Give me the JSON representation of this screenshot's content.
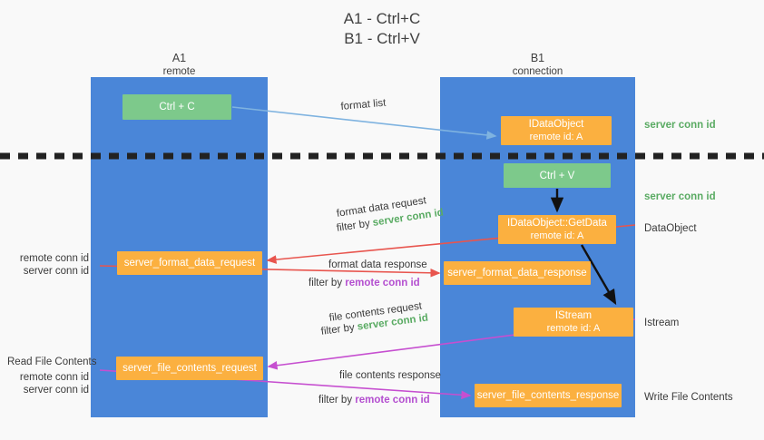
{
  "title": {
    "line1": "A1 - Ctrl+C",
    "line2": "B1 - Ctrl+V"
  },
  "columns": {
    "a": {
      "name": "A1",
      "sub": "remote"
    },
    "b": {
      "name": "B1",
      "sub": "connection"
    }
  },
  "nodes": {
    "ctrl_c": {
      "label": "Ctrl + C",
      "color": "#7dc98b"
    },
    "idataobject": {
      "label": "IDataObject",
      "sub": "remote id: A",
      "color": "#fbb040"
    },
    "ctrl_v": {
      "label": "Ctrl + V",
      "color": "#7dc98b"
    },
    "getdata": {
      "label": "IDataObject::GetData",
      "sub": "remote id: A",
      "color": "#fbb040"
    },
    "format_data_request": {
      "label": "server_format_data_request",
      "color": "#fbb040"
    },
    "format_data_response": {
      "label": "server_format_data_response",
      "color": "#fbb040"
    },
    "istream": {
      "label": "IStream",
      "sub": "remote id: A",
      "color": "#fbb040"
    },
    "file_contents_request": {
      "label": "server_file_contents_request",
      "color": "#fbb040"
    },
    "file_contents_response": {
      "label": "server_file_contents_response",
      "color": "#fbb040"
    }
  },
  "edge_labels": {
    "format_list": "format list",
    "format_data_request": "format data request",
    "format_data_request_filter_prefix": "filter by ",
    "format_data_request_filter_value": "server conn id",
    "format_data_response": "format data response",
    "format_data_response_filter_prefix": "filter by ",
    "format_data_response_filter_value": "remote conn id",
    "file_contents_request": "file contents request",
    "file_contents_request_filter_prefix": "filter by ",
    "file_contents_request_filter_value": "server conn id",
    "file_contents_response": "file contents response",
    "file_contents_response_filter_prefix": "filter by ",
    "file_contents_response_filter_value": "remote conn id"
  },
  "right_labels": {
    "server_conn_id_top": "server conn id",
    "server_conn_id_mid": "server conn id",
    "dataobject": "DataObject",
    "istream": "Istream",
    "write_file_contents": "Write File Contents"
  },
  "left_labels": {
    "remote_conn_id_1": "remote conn id",
    "server_conn_id_1": "server conn id",
    "read_file_contents": "Read File Contents",
    "remote_conn_id_2": "remote conn id",
    "server_conn_id_2": "server conn id"
  },
  "colors": {
    "lane": "#4a86d8",
    "green_node": "#7dc98b",
    "orange_node": "#fbb040",
    "green_text": "#5aab63",
    "purple_text": "#b44fd0",
    "red_arrow": "#e8554e",
    "magenta_arrow": "#c64fd0",
    "blue_arrow": "#7fb3e0",
    "divider": "#222222",
    "background": "#f9f9f9"
  }
}
